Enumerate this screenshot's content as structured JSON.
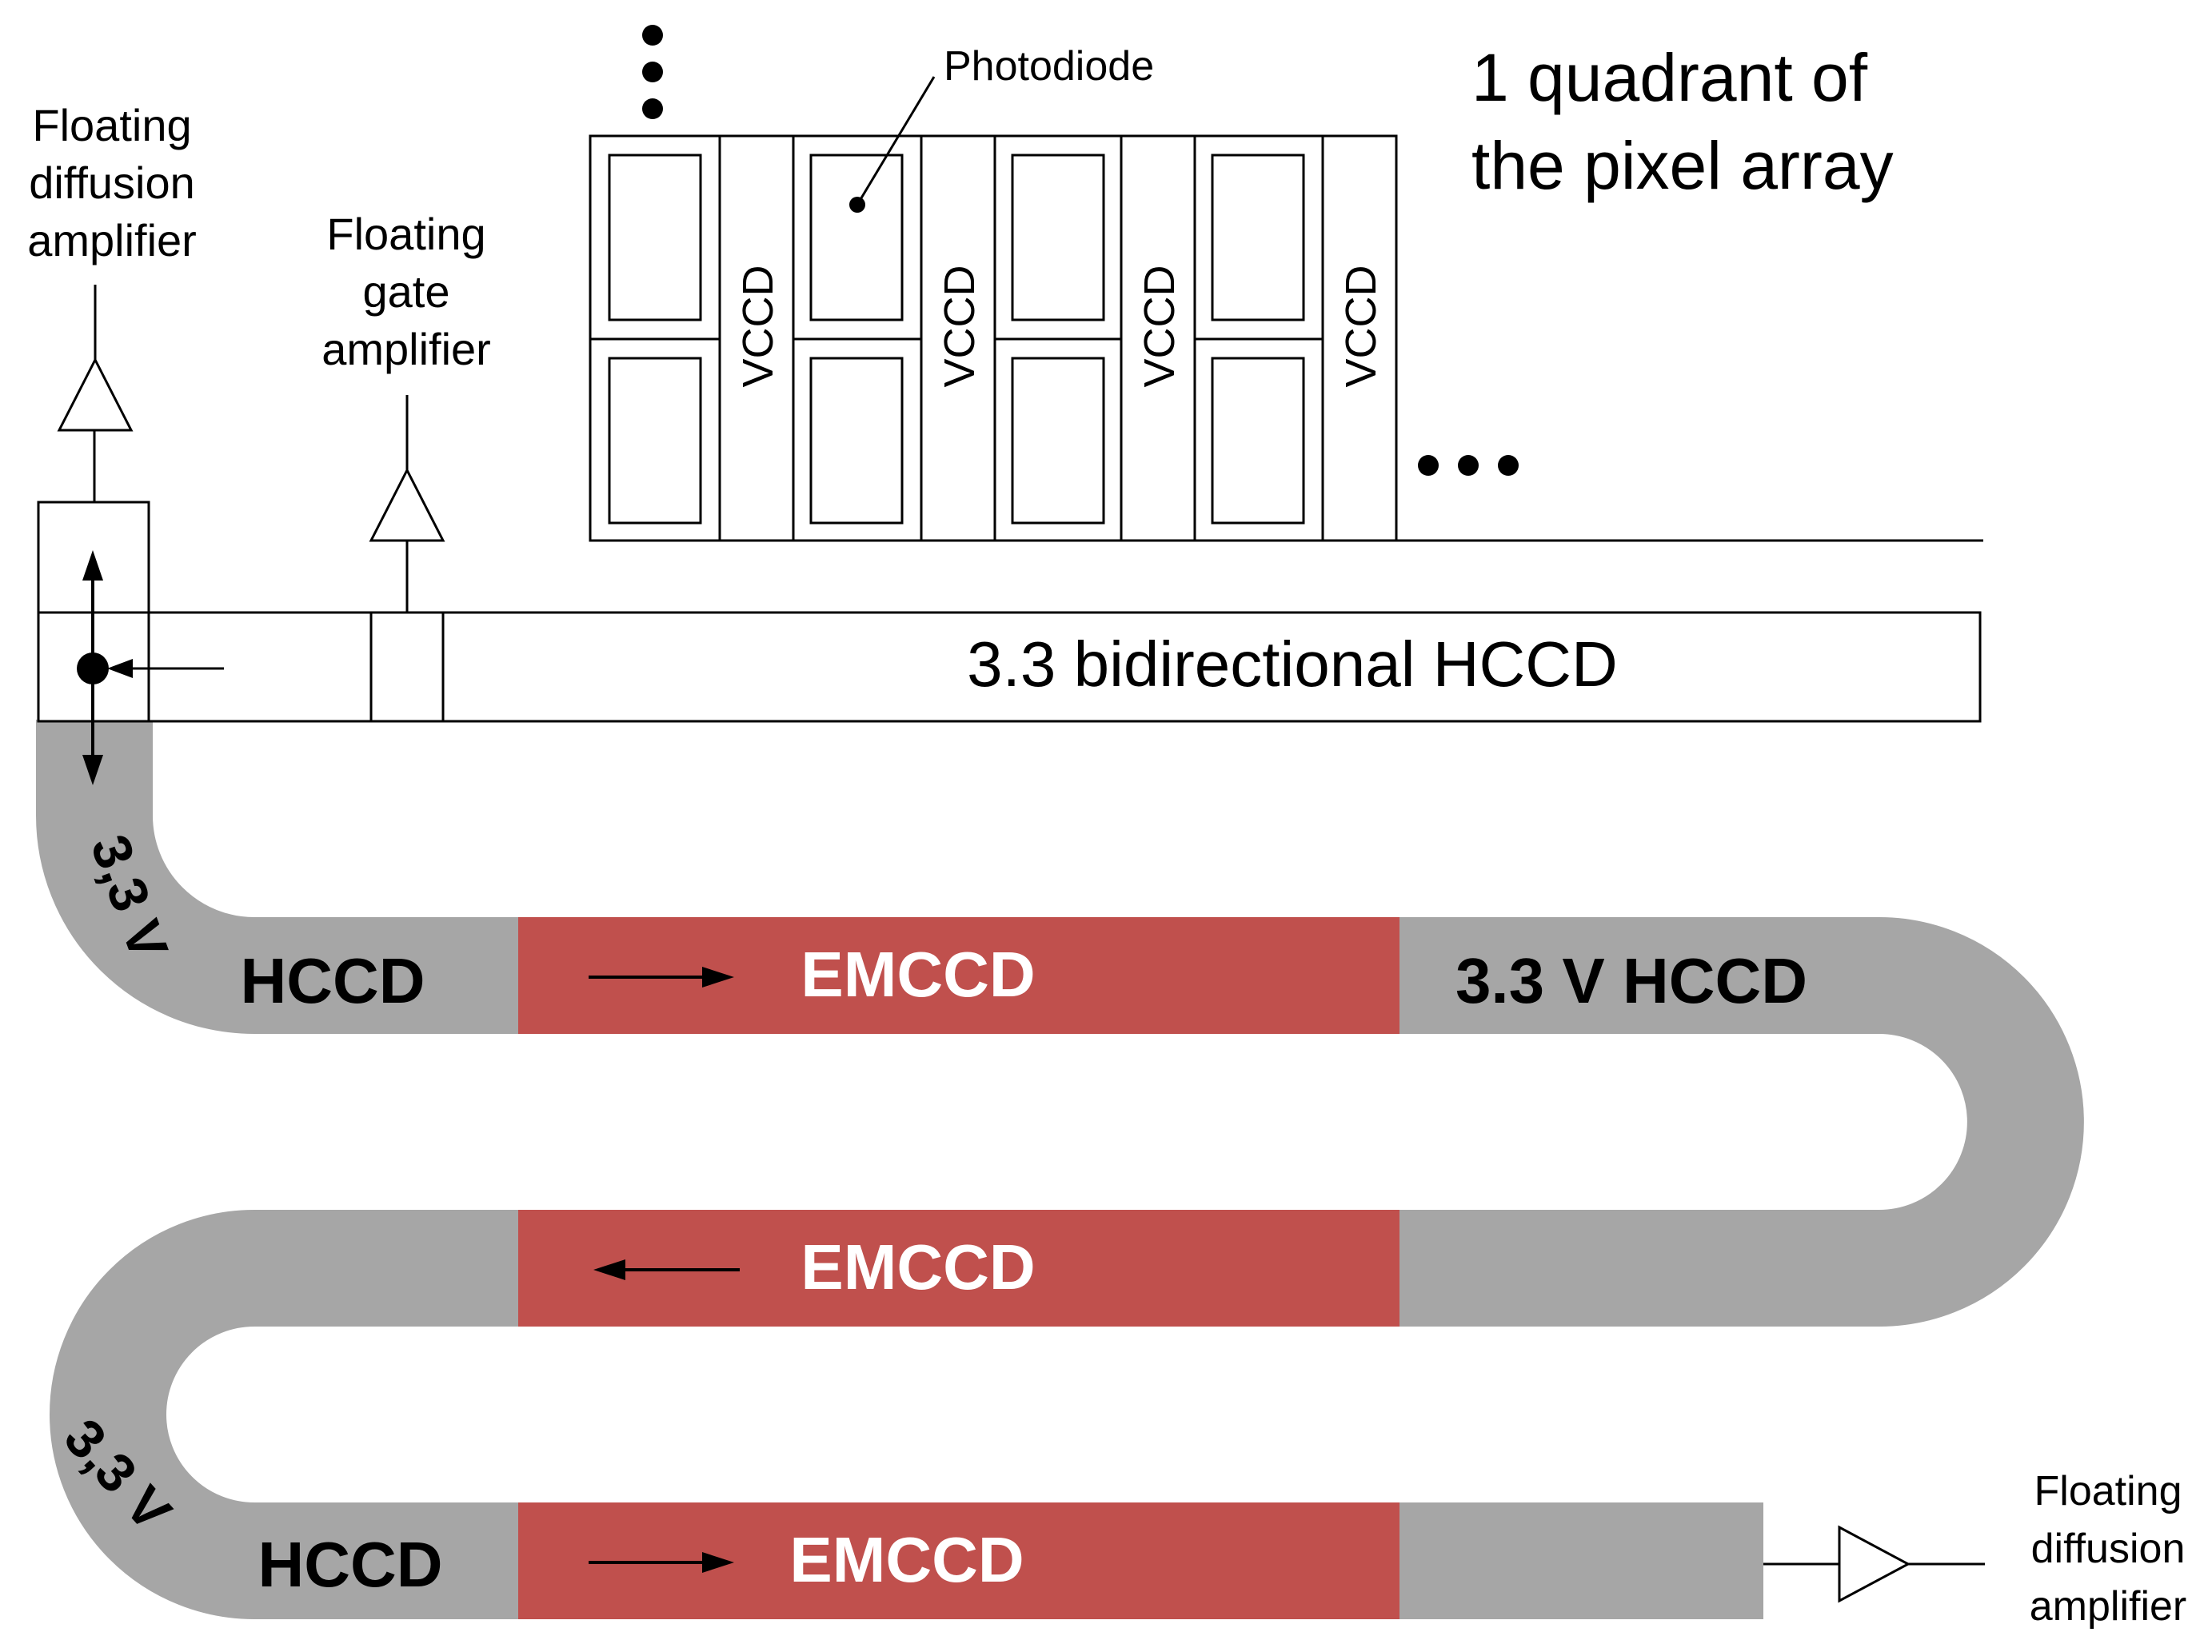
{
  "labels": {
    "fd_amp_top": [
      "Floating",
      "diffusion",
      "amplifier"
    ],
    "fg_amp": [
      "Floating",
      "gate",
      "amplifier"
    ],
    "photodiode": "Photodiode",
    "quadrant": [
      "1 quadrant of",
      "the pixel array"
    ],
    "vccd": "VCCD",
    "hccd_bidir": "3.3 bidirectional HCCD",
    "v33": "3,3 V",
    "hccd": "HCCD",
    "emccd": "EMCCD",
    "hccd_33v": "3.3 V HCCD",
    "fd_amp_bottom": [
      "Floating",
      "diffusion",
      "amplifier"
    ]
  },
  "colors": {
    "register_gray": "#a6a6a6",
    "emccd_red": "#c0504d",
    "line": "#000000"
  }
}
